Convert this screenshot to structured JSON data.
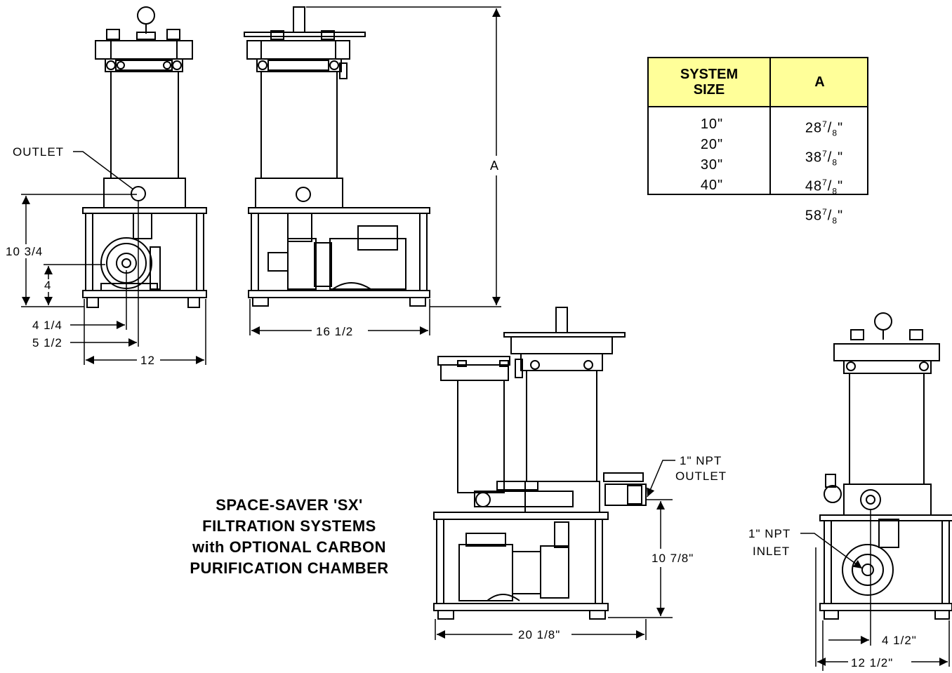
{
  "title_lines": [
    "SPACE-SAVER 'SX'",
    "FILTRATION SYSTEMS",
    "with OPTIONAL CARBON",
    "PURIFICATION CHAMBER"
  ],
  "table": {
    "headers": {
      "size_line1": "SYSTEM",
      "size_line2": "SIZE",
      "a": "A"
    },
    "rows": [
      {
        "size": "10\"",
        "a_whole": "28",
        "a_num": "7",
        "a_den": "8"
      },
      {
        "size": "20\"",
        "a_whole": "38",
        "a_num": "7",
        "a_den": "8"
      },
      {
        "size": "30\"",
        "a_whole": "48",
        "a_num": "7",
        "a_den": "8"
      },
      {
        "size": "40\"",
        "a_whole": "58",
        "a_num": "7",
        "a_den": "8"
      }
    ],
    "header_color": "#ffff99"
  },
  "labels": {
    "outlet": "OUTLET",
    "dim_a": "A",
    "dim_10_3_4": "10 3/4",
    "dim_4": "4",
    "dim_4_1_4": "4 1/4",
    "dim_5_1_2": "5 1/2",
    "dim_12": "12",
    "dim_16_1_2": "16 1/2",
    "npt_outlet_1": "1\" NPT",
    "npt_outlet_2": "OUTLET",
    "dim_10_7_8": "10 7/8\"",
    "dim_20_1_8": "20 1/8\"",
    "npt_inlet_1": "1\" NPT",
    "npt_inlet_2": "INLET",
    "dim_4_1_2": "4  1/2\"",
    "dim_12_1_2": "12 1/2\""
  }
}
